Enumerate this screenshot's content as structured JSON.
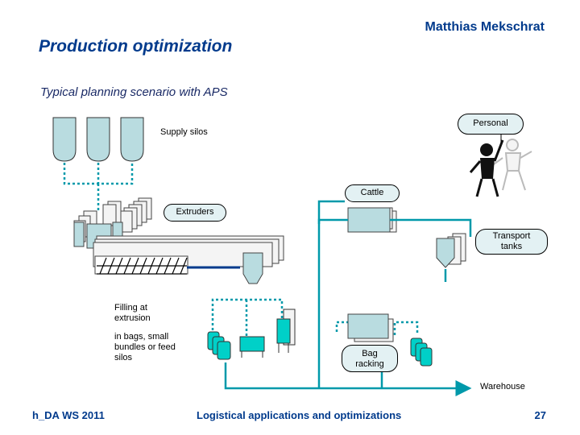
{
  "header": {
    "title": "Production optimization",
    "author": "Matthias Mekschrat",
    "subtitle": "Typical planning scenario with APS"
  },
  "labels": {
    "supply_silos": "Supply silos",
    "personal": "Personal",
    "cattle": "Cattle",
    "extruders": "Extruders",
    "transport_tanks_line1": "Transport",
    "transport_tanks_line2": "tanks",
    "filling_line1": "Filling at",
    "filling_line2": "extrusion",
    "bags_line1": "in bags, small",
    "bags_line2": "bundles or feed",
    "bags_line3": "silos",
    "bag_racking_line1": "Bag",
    "bag_racking_line2": "racking",
    "warehouse": "Warehouse"
  },
  "footer": {
    "left": "h_DA  WS 2011",
    "center": "Logistical applications and optimizations",
    "page_number": "27"
  },
  "colors": {
    "title_blue": "#003a8c",
    "equipment_fill": "#b9dce0",
    "tank_fill": "#00d0c8",
    "pipe": "#0099aa",
    "bubble_fill": "#e3f1f3"
  }
}
